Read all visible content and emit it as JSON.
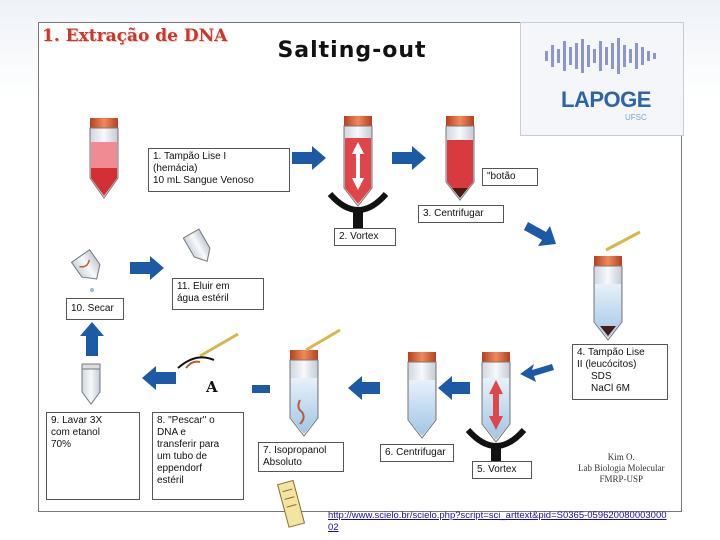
{
  "header": {
    "title": "1. Extração de DNA",
    "subtitle": "Salting-out"
  },
  "logo": {
    "name": "LAPOGE",
    "sub": "UFSC"
  },
  "steps": {
    "s1": [
      "1. Tampão Lise I",
      "(hemácia)",
      "10 mL Sangue Venoso"
    ],
    "s2": "2. Vortex",
    "s3": "3. Centrifugar",
    "botao": "\"botão",
    "s4": [
      "4. Tampão Lise",
      "II (leucócitos)",
      "SDS",
      "NaCl 6M"
    ],
    "s5": "5. Vortex",
    "s6": "6. Centrifugar",
    "s7": [
      "7. Isopropanol",
      "Absoluto"
    ],
    "s8": [
      "8. \"Pescar\" o",
      "DNA e",
      "transferir para",
      "um tubo de",
      "eppendorf",
      "estéril"
    ],
    "s9": [
      "9. Lavar 3X",
      "com etanol",
      "70%"
    ],
    "s10": "10. Secar",
    "s11": [
      "11. Eluir em",
      "água estéril"
    ]
  },
  "figure_letter": "A",
  "credit": [
    "Kim O.",
    "Lab Biologia Molecular",
    "FMRP-USP"
  ],
  "source_url": "http://www.scielo.br/scielo.php?script=sci_arttext&pid=S0365-05962008000300002",
  "colors": {
    "title_red": "#c8392b",
    "arrow_blue": "#1d5aa6",
    "cap_orange": "#d9582b",
    "blood_red": "#e0454a",
    "buffer_blue": "#bcd8ef"
  }
}
